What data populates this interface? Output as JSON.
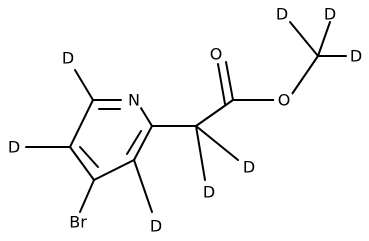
{
  "atoms": {
    "n1": "N",
    "o_carbonyl": "O",
    "o_ester": "O",
    "br": "Br",
    "d_c6": "D",
    "d_c5": "D",
    "d_c3": "D",
    "d_ch2_a": "D",
    "d_ch2_b": "D",
    "d_cd3_a": "D",
    "d_cd3_b": "D",
    "d_cd3_c": "D"
  }
}
